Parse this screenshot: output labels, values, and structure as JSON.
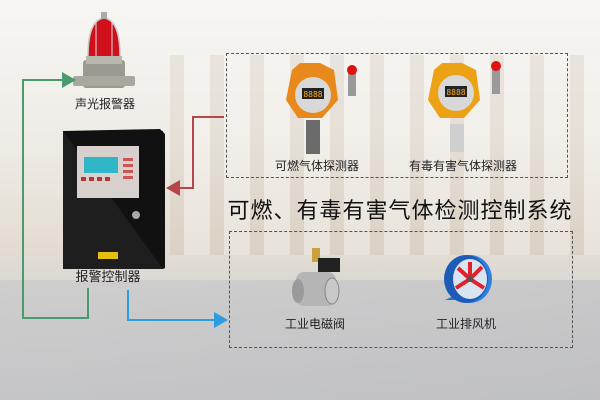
{
  "title": "可燃、有毒有害气体检测控制系统",
  "devices": {
    "alarm_light": "声光报警器",
    "controller": "报警控制器",
    "combustible_detector": "可燃气体探测器",
    "toxic_detector": "有毒有害气体探测器",
    "solenoid_valve": "工业电磁阀",
    "exhaust_fan": "工业排风机"
  },
  "colors": {
    "alarm_link": "#4a9a6e",
    "detector_link": "#b5474a",
    "output_link": "#2a9ee0"
  }
}
